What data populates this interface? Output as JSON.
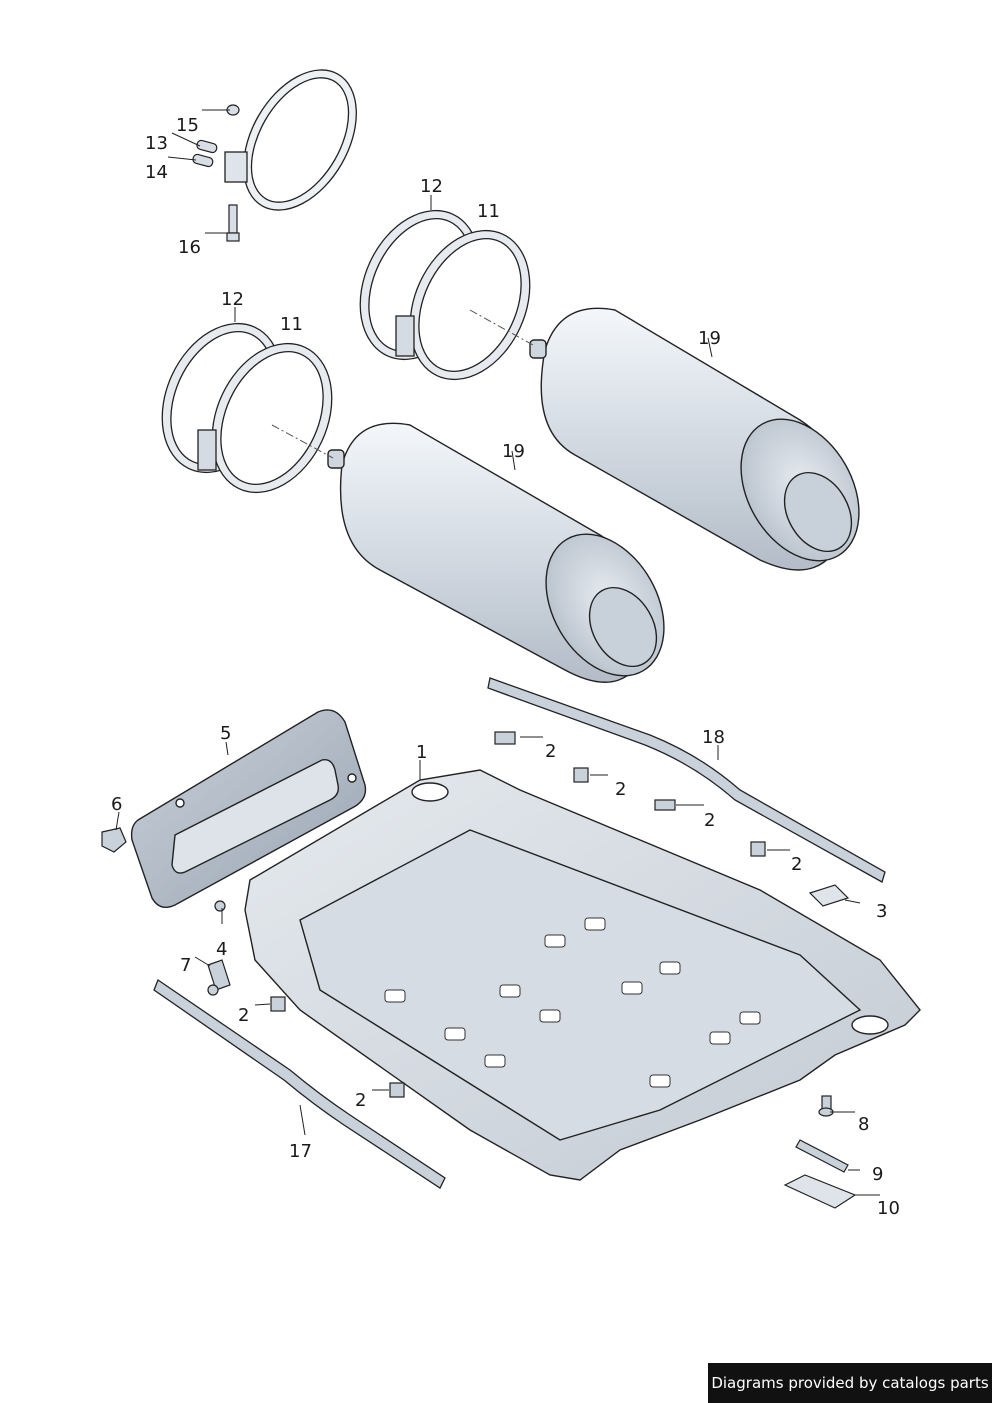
{
  "callouts": {
    "c1": "1",
    "c2": "2",
    "c3": "3",
    "c4": "4",
    "c5": "5",
    "c6": "6",
    "c7": "7",
    "c8": "8",
    "c9": "9",
    "c10": "10",
    "c11": "11",
    "c12": "12",
    "c13": "13",
    "c14": "14",
    "c15": "15",
    "c16": "16",
    "c17": "17",
    "c18": "18",
    "c19": "19"
  },
  "footer": "Diagrams provided by catalogs parts"
}
